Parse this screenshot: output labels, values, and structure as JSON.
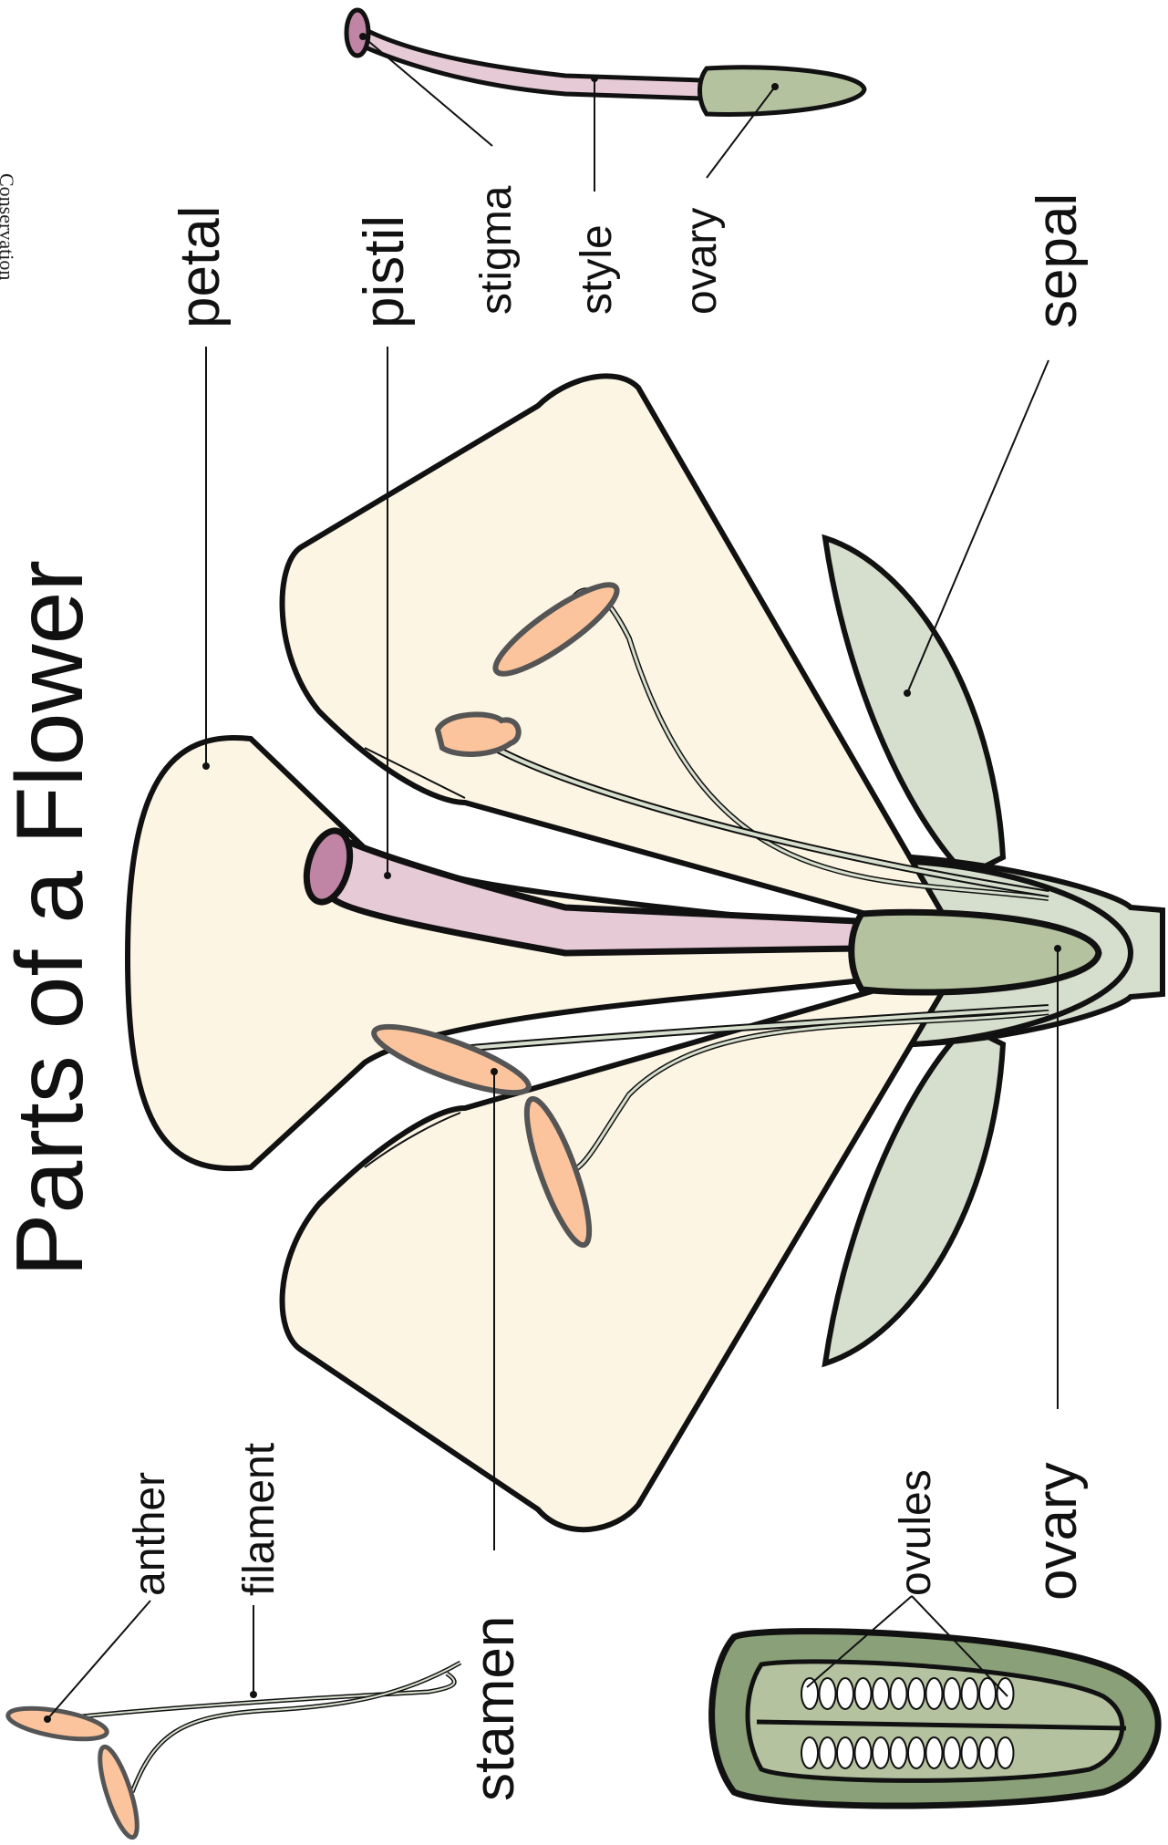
{
  "title": "Parts of a Flower",
  "corner_text": "Conservation",
  "labels": {
    "petal": "petal",
    "pistil": "pistil",
    "stigma": "stigma",
    "style": "style",
    "ovary_small": "ovary",
    "sepal": "sepal",
    "anther": "anther",
    "filament": "filament",
    "stamen": "stamen",
    "ovules": "ovules",
    "ovary_large": "ovary"
  },
  "colors": {
    "petal_fill": "#fdf5e4",
    "sepal_fill": "#d6dfcd",
    "pistil_fill": "#e6cad6",
    "stigma_fill": "#c084a4",
    "ovary_fill": "#b4c2a0",
    "ovary_dark": "#8aa078",
    "anther_fill": "#fbc49c",
    "anther_stroke": "#555555",
    "outline": "#111111"
  }
}
